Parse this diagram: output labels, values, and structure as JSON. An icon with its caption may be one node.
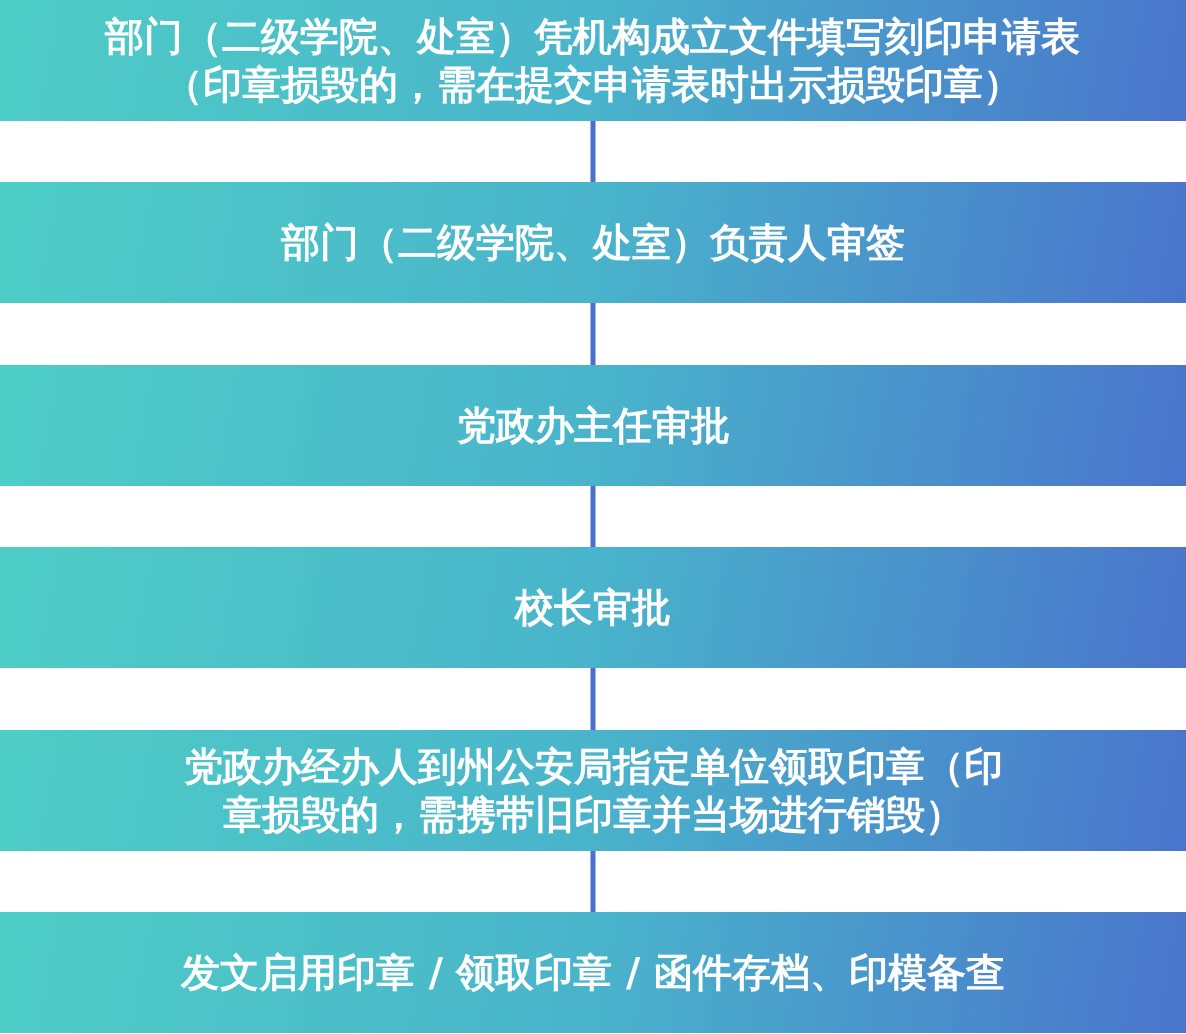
{
  "diagram": {
    "nodes": [
      {
        "text": [
          "部门（二级学院、处室）凭机构成立文件填写刻印申请表（印章损毁的，需在提交申请表时出示损毁印章）"
        ]
      },
      {
        "text": [
          "部门（二级学院、处室）负责人审签"
        ]
      },
      {
        "text": [
          "党政办主任审批"
        ]
      },
      {
        "text": [
          "校长审批"
        ]
      },
      {
        "text": [
          "党政办经办人到州公安局指定单位领取印章（印章损毁的，需携带旧印章并当场进行销毁）"
        ]
      },
      {
        "text": [
          "发文启用印章 / 领取印章 / 函件存档、印模备查"
        ]
      }
    ],
    "edges": [
      {
        "from": 0,
        "to": 1,
        "arrow": "none"
      },
      {
        "from": 1,
        "to": 2,
        "arrow": "none"
      },
      {
        "from": 2,
        "to": 3,
        "arrow": "none"
      },
      {
        "from": 3,
        "to": 4,
        "arrow": "none"
      },
      {
        "from": 4,
        "to": 5,
        "arrow": "none"
      }
    ]
  }
}
